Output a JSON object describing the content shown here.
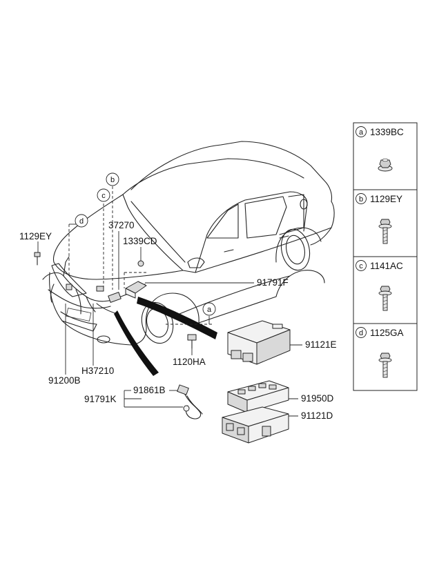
{
  "callouts": {
    "p_1129EY": "1129EY",
    "p_37270": "37270",
    "p_1339CD": "1339CD",
    "p_91791F": "91791F",
    "p_91121E": "91121E",
    "p_1120HA": "1120HA",
    "p_H37210": "H37210",
    "p_91200B": "91200B",
    "p_91861B": "91861B",
    "p_91791K": "91791K",
    "p_91950D": "91950D",
    "p_91121D": "91121D"
  },
  "markers": {
    "a": "a",
    "b": "b",
    "c": "c",
    "d": "d"
  },
  "legend": {
    "rows": [
      {
        "letter": "a",
        "part": "1339BC",
        "icon": "flange-nut-icon"
      },
      {
        "letter": "b",
        "part": "1129EY",
        "icon": "flange-bolt-icon"
      },
      {
        "letter": "c",
        "part": "1141AC",
        "icon": "flange-bolt-icon"
      },
      {
        "letter": "d",
        "part": "1125GA",
        "icon": "flange-bolt-icon"
      }
    ]
  }
}
